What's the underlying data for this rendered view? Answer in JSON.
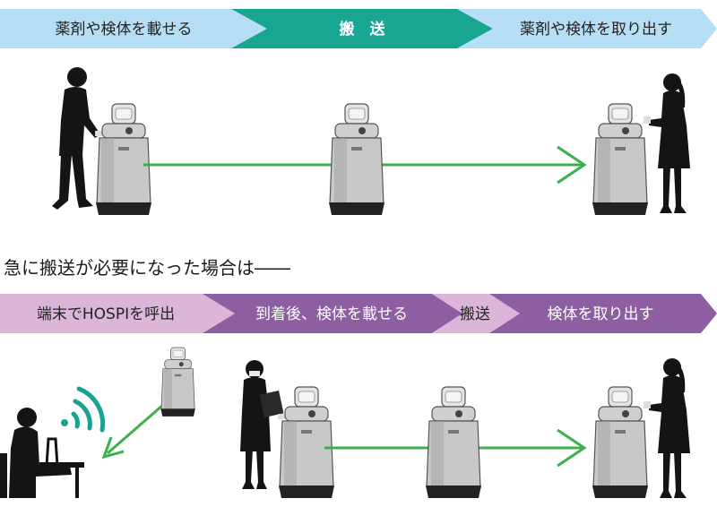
{
  "flow1": {
    "step1": "薬剤や検体を載せる",
    "step2": "搬　送",
    "step3": "薬剤や検体を取り出す"
  },
  "heading": "急に搬送が必要になった場合は――",
  "flow2": {
    "step1": "端末でHOSPIを呼出",
    "step2": "到着後、検体を載せる",
    "step3": "搬送",
    "step4": "検体を取り出す"
  },
  "colors": {
    "flow1_light": "#b6def5",
    "flow1_teal": "#18a592",
    "flow2_light": "#dcb6d8",
    "flow2_purple": "#8e5ea3",
    "arrow_green": "#3cb04a",
    "wifi_teal": "#1aa290",
    "robot_body": "#c9c9c9",
    "robot_head": "#e3e3e3",
    "silhouette": "#141414"
  },
  "icons": [
    "person-silhouette",
    "hospi-robot",
    "wifi-signal",
    "computer-user"
  ]
}
